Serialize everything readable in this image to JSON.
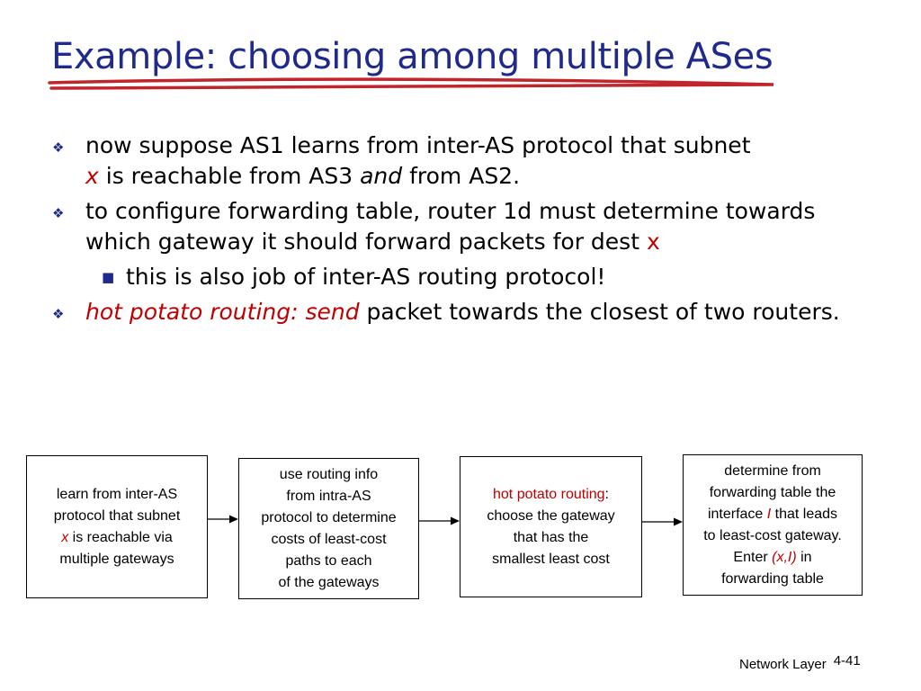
{
  "slide": {
    "title": "Example: choosing among multiple ASes",
    "bullets": [
      {
        "line1": "now suppose AS1 learns from inter-AS protocol that subnet",
        "x": "x",
        "part2": " is reachable from AS3 ",
        "and": "and",
        "part3": " from AS2."
      },
      {
        "text": "to configure forwarding table, router 1d must determine towards which gateway it should forward packets for dest ",
        "x": "x"
      },
      {
        "sub": "this is also job of inter-AS routing protocol!"
      },
      {
        "red": "hot potato routing: send",
        "rest": " packet towards the closest of two routers."
      }
    ]
  },
  "flow": {
    "box1": {
      "l1": "learn from inter-AS",
      "l2": "protocol that subnet",
      "x": "x",
      "l3": " is reachable via",
      "l4": "multiple gateways"
    },
    "box2": {
      "l1": "use routing info",
      "l2": "from intra-AS",
      "l3": "protocol to determine",
      "l4": "costs of least-cost",
      "l5": "paths to each",
      "l6": "of the gateways"
    },
    "box3": {
      "red": "hot potato routing",
      "colon": ":",
      "l2": "choose the gateway",
      "l3": "that has the",
      "l4": "smallest least cost"
    },
    "box4": {
      "l1": "determine from",
      "l2": "forwarding table the",
      "l3a": "interface ",
      "I": "I",
      "l3b": " that leads",
      "l4": "to least-cost gateway.",
      "l5a": "Enter ",
      "xI": "(x,I)",
      "l5b": " in",
      "l6": "forwarding table"
    }
  },
  "footer": {
    "section": "Network Layer",
    "page": "4-41"
  },
  "colors": {
    "title": "#1f2a8c",
    "accent_red": "#c00000",
    "underline": "#c0252b"
  },
  "icons": {
    "bullet": "diamond-bullet-icon",
    "sub_bullet": "square-bullet-icon"
  }
}
